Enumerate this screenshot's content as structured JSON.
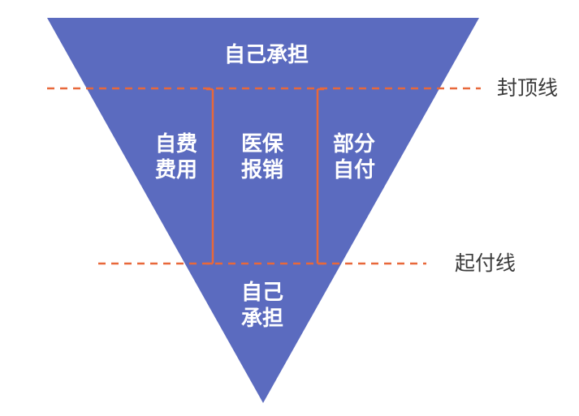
{
  "colors": {
    "funnel_fill": "#5b6bbf",
    "boundary_line": "#e8683a",
    "zone_text": "#ffffff",
    "line_label_text": "#3a3a3a"
  },
  "zones": {
    "top": {
      "label": "自己承担"
    },
    "left": {
      "line1": "自费",
      "line2": "费用"
    },
    "middle": {
      "line1": "医保",
      "line2": "报销"
    },
    "right": {
      "line1": "部分",
      "line2": "自付"
    },
    "bottom": {
      "line1": "自己",
      "line2": "承担"
    }
  },
  "lines": {
    "cap_line": "封顶线",
    "deductible_line": "起付线"
  }
}
